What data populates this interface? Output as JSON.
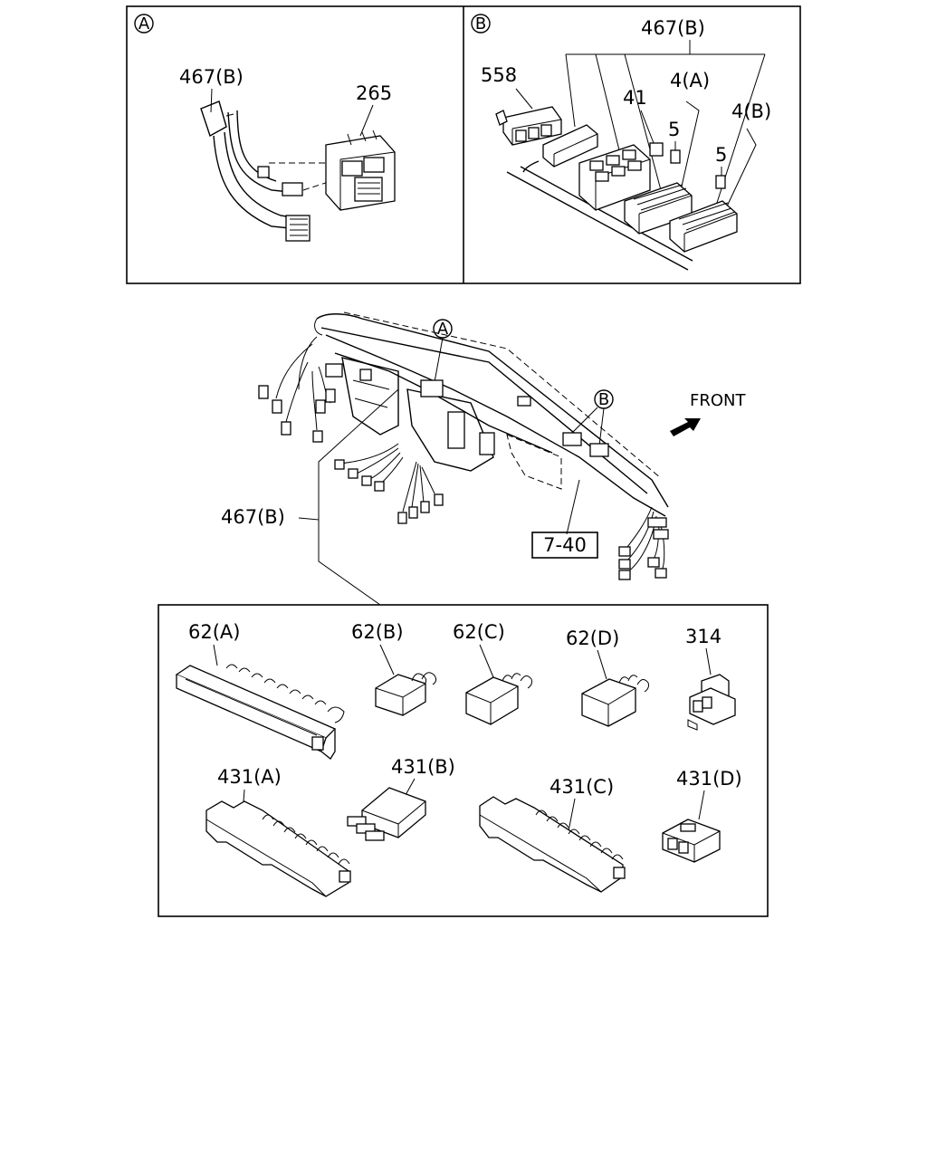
{
  "labels": {
    "callout_a": "A",
    "callout_b": "B",
    "a_harness": "467(B)",
    "a_connector": "265",
    "b_harness": "467(B)",
    "b_relay": "558",
    "b_41": "41",
    "b_4a": "4(A)",
    "b_5a": "5",
    "b_4b": "4(B)",
    "b_5b": "5",
    "main_callout_a": "A",
    "main_callout_b": "B",
    "front": "FRONT",
    "main_harness": "467(B)",
    "ref_box": "7-40",
    "c62a": "62(A)",
    "c62b": "62(B)",
    "c62c": "62(C)",
    "c62d": "62(D)",
    "c314": "314",
    "c431a": "431(A)",
    "c431b": "431(B)",
    "c431c": "431(C)",
    "c431d": "431(D)"
  }
}
